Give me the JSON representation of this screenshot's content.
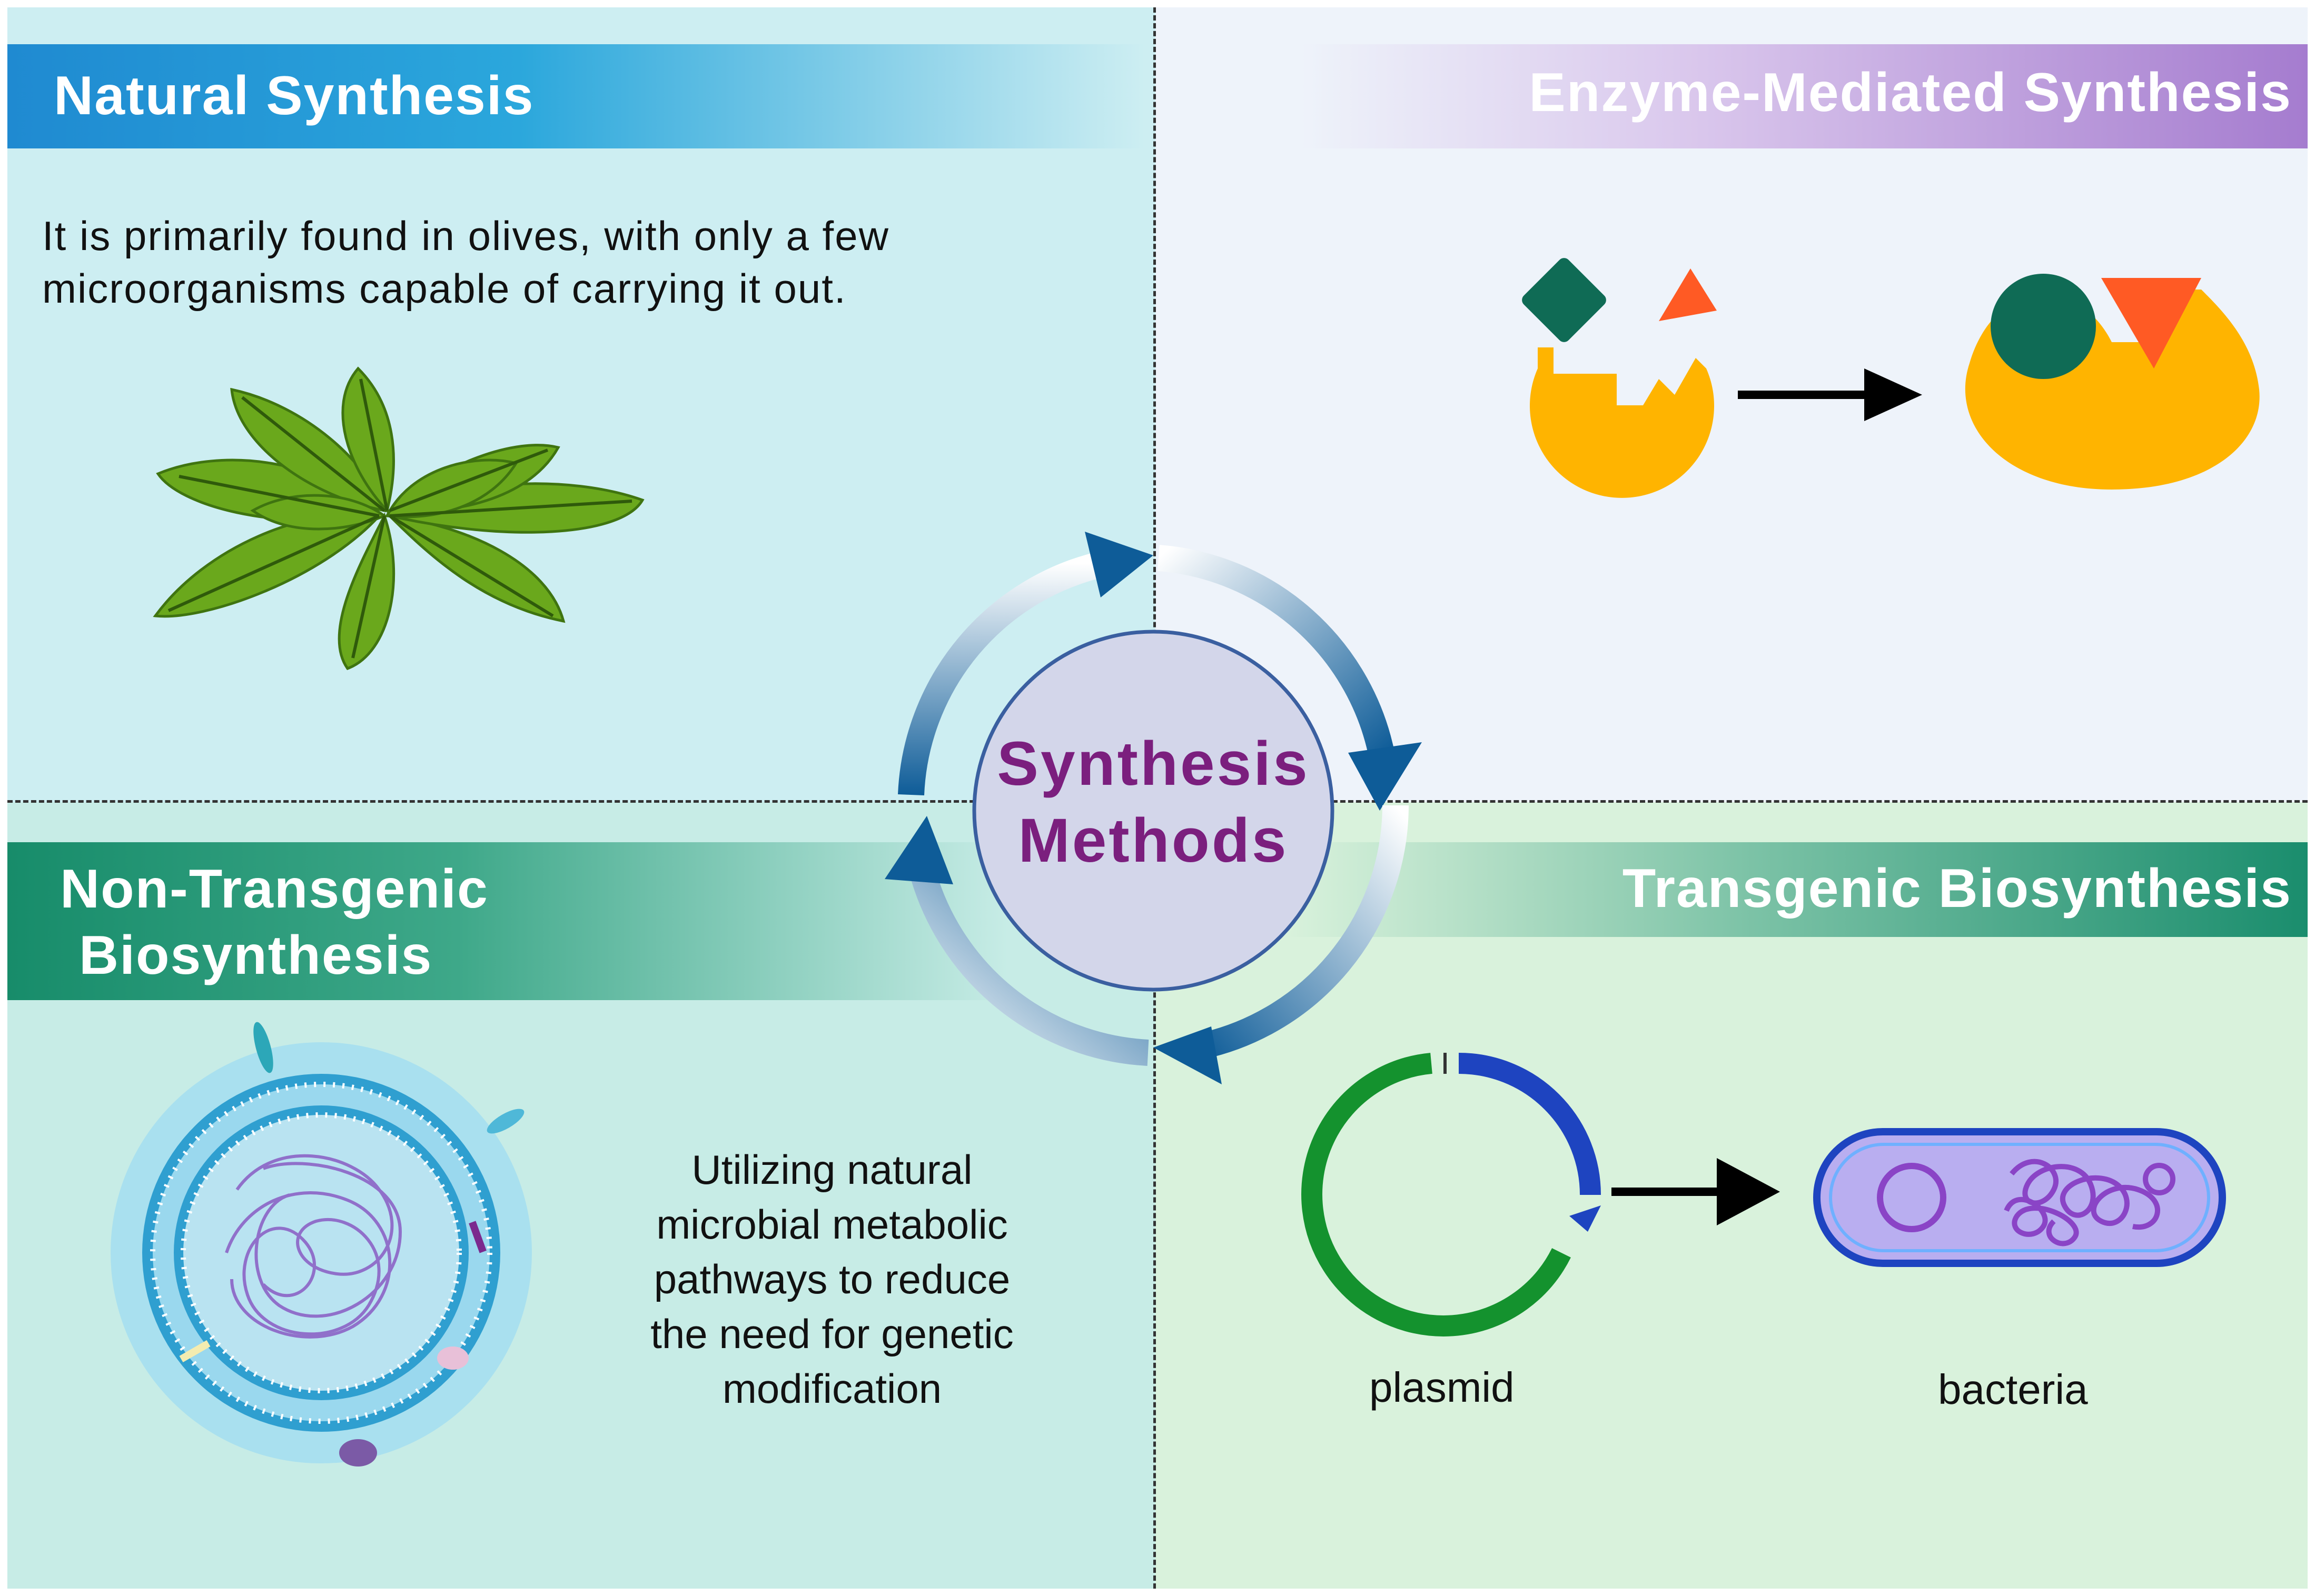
{
  "center": {
    "line1": "Synthesis",
    "line2": "Methods"
  },
  "natural_synthesis": {
    "title": "Natural Synthesis",
    "description_line1": "It is primarily found in olives, with only a few",
    "description_line2": "microorganisms capable of carrying it out."
  },
  "enzyme_mediated": {
    "title": "Enzyme-Mediated Synthesis"
  },
  "non_transgenic": {
    "title_line1": "Non-Transgenic",
    "title_line2": "Biosynthesis",
    "description": [
      "Utilizing natural",
      "microbial metabolic",
      "pathways to reduce",
      "the need for genetic",
      "modification"
    ]
  },
  "transgenic": {
    "title": "Transgenic Biosynthesis",
    "plasmid_label": "plasmid",
    "bacteria_label": "bacteria"
  },
  "colors": {
    "center_text": "#7b1f7e",
    "cycle_arrow": "#0e5c98",
    "leaf": "#6aa81c",
    "enzyme": "#ffb400",
    "substrate_green": "#0f6b55",
    "substrate_orange": "#ff5a24",
    "plasmid_green": "#14922e",
    "plasmid_blue": "#1e44c0",
    "bacteria_purple": "#8a44c6"
  }
}
